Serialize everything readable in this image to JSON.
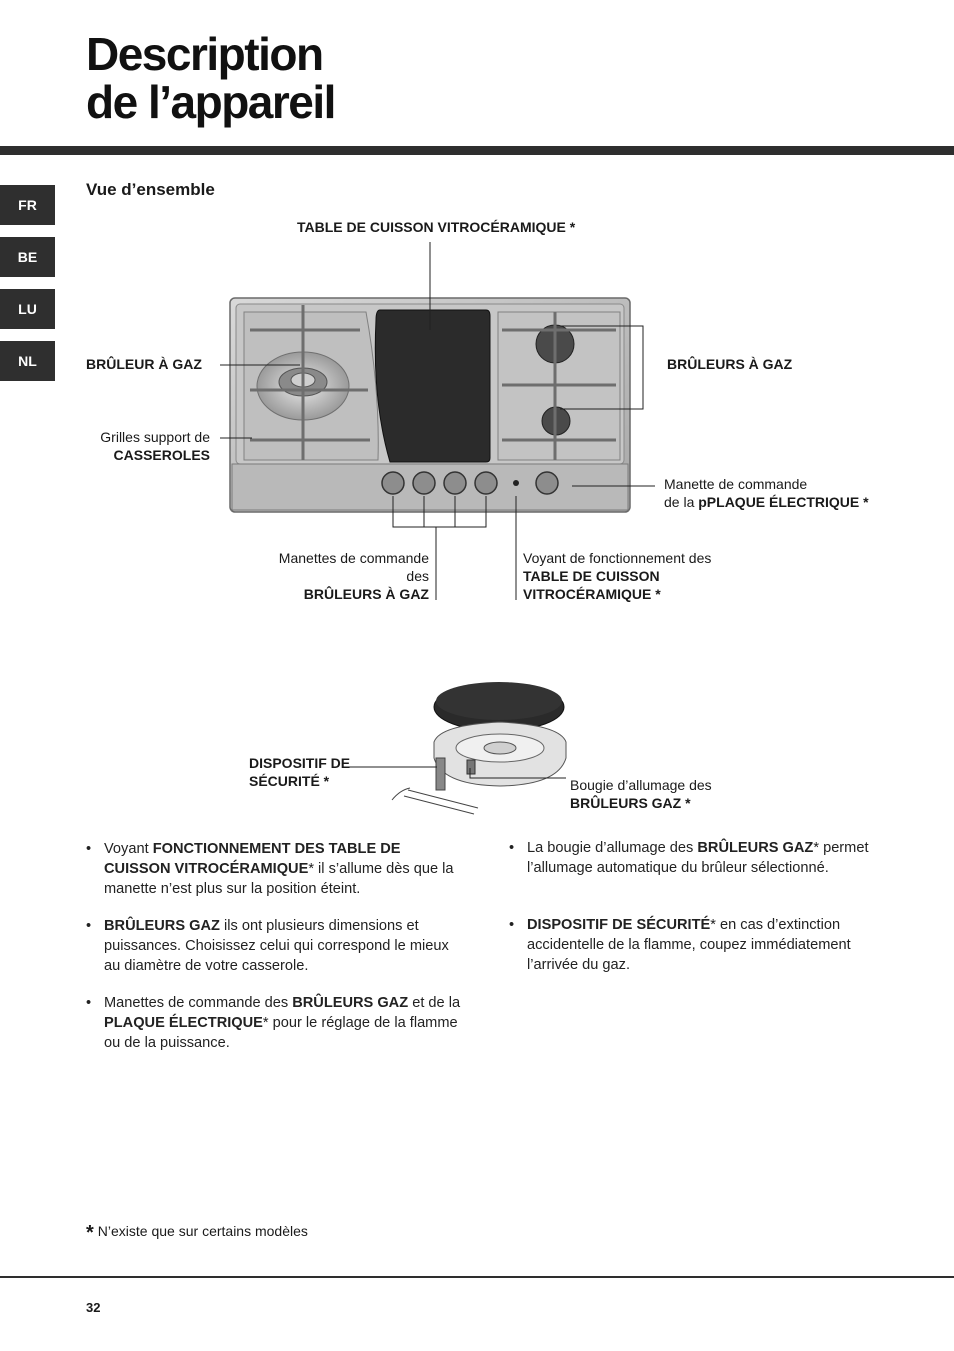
{
  "header": {
    "title_line1": "Description",
    "title_line2": "de l’appareil"
  },
  "languages": [
    "FR",
    "BE",
    "LU",
    "NL"
  ],
  "section_title": "Vue d’ensemble",
  "labels": {
    "vitro_table": "TABLE DE CUISSON VITROCÉRAMIQUE *",
    "burner_left": "BRÛLEUR À GAZ",
    "burners_right": "BRÛLEURS À GAZ",
    "grilles_1": "Grilles support de",
    "grilles_2": "CASSEROLES",
    "knob_elec_1": "Manette de commande",
    "knob_elec_2a": "de la ",
    "knob_elec_2b": "pPLAQUE ÉLECTRIQUE *",
    "knobs_gas_1": "Manettes de commande",
    "knobs_gas_2": "des",
    "knobs_gas_3": "BRÛLEURS À GAZ",
    "indicator_1": "Voyant de fonctionnement des",
    "indicator_2": "TABLE DE CUISSON",
    "indicator_3": "VITROCÉRAMIQUE *",
    "safety_1": "DISPOSITIF DE",
    "safety_2": "SÉCURITÉ *",
    "spark_1": "Bougie d’allumage des",
    "spark_2": "BRÛLEURS GAZ *"
  },
  "bullets_left": [
    {
      "pre": "Voyant ",
      "bold": "FONCTIONNEMENT DES TABLE DE CUISSON VITROCÉRAMIQUE",
      "post": "* il s’allume dès que la manette n’est plus sur la position éteint."
    },
    {
      "pre": "",
      "bold": "BRÛLEURS GAZ",
      "post": " ils ont plusieurs dimensions et puissances. Choisissez celui qui correspond le mieux au diamètre de votre casserole."
    },
    {
      "pre": "Manettes de commande des ",
      "bold": "BRÛLEURS GAZ",
      "mid": " et de la ",
      "bold2": "PLAQUE ÉLECTRIQUE",
      "post": "*  pour le réglage de la flamme ou de la puissance."
    }
  ],
  "bullets_right": [
    {
      "pre": "La bougie d’allumage des ",
      "bold": "BRÛLEURS GAZ",
      "post": "* permet l’allumage automatique du brûleur sélectionné."
    },
    {
      "pre": "",
      "bold": "DISPOSITIF DE SÉCURITÉ",
      "post": "* en cas d’extinction accidentelle de la flamme, coupez immédiatement l’arrivée du gaz."
    }
  ],
  "footnote": {
    "star": "*",
    "text": "N’existe que sur certains modèles"
  },
  "page_number": "32"
}
